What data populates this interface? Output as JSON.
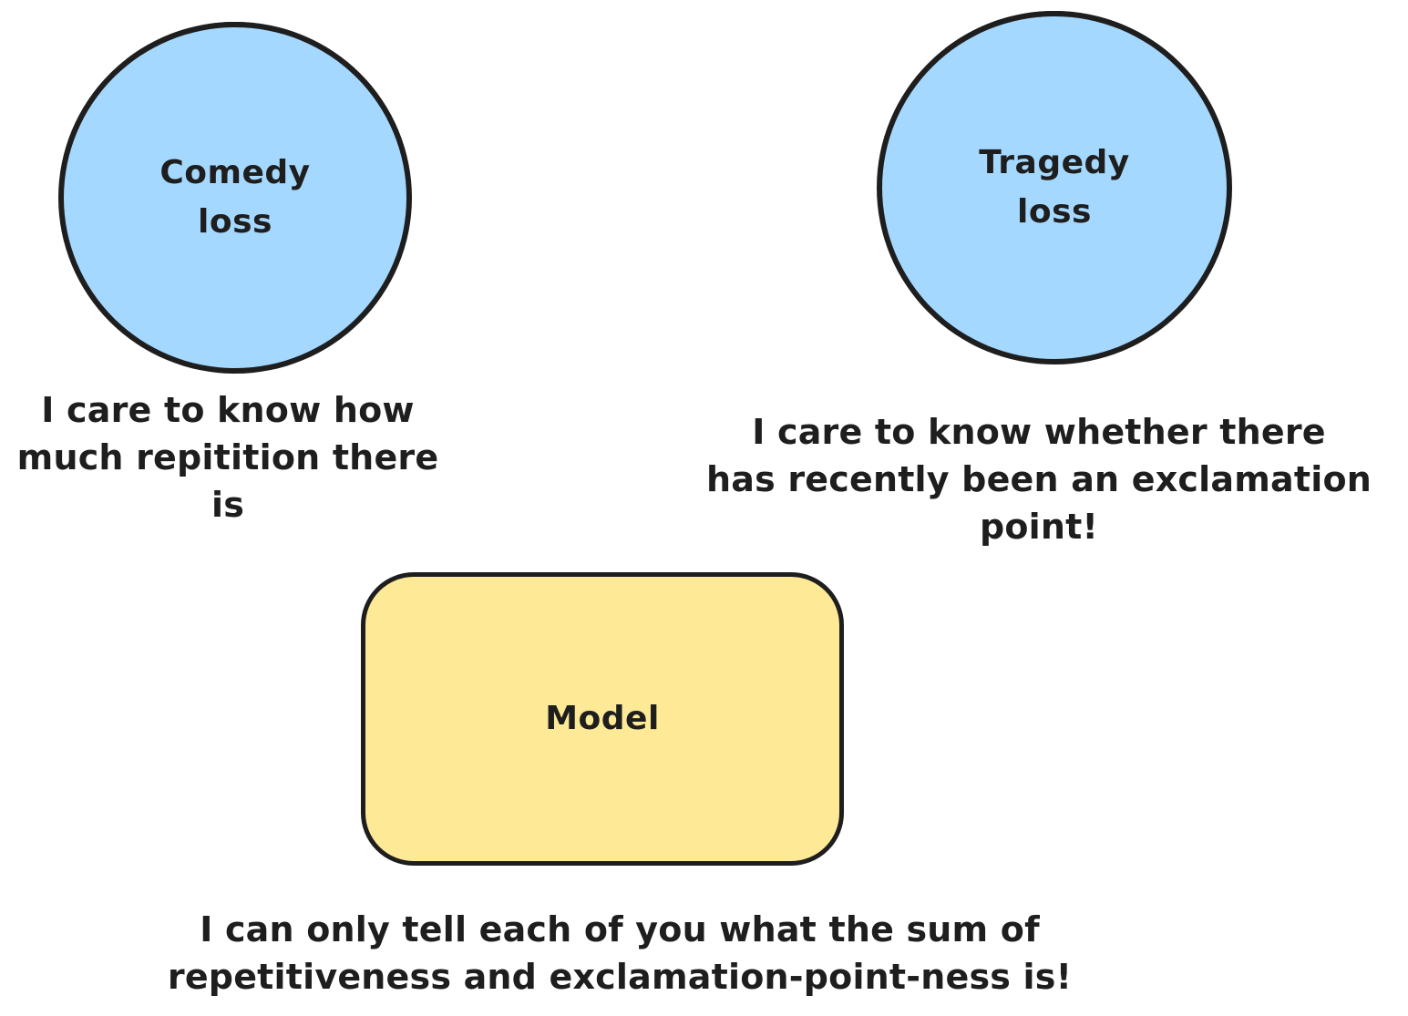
{
  "diagram": {
    "comedy": {
      "label_line1": "Comedy",
      "label_line2": "loss",
      "caption_line1": "I care to know how",
      "caption_line2": "much repitition there is"
    },
    "tragedy": {
      "label_line1": "Tragedy",
      "label_line2": "loss",
      "caption_line1": "I care to know whether there",
      "caption_line2": "has recently been an exclamation point!"
    },
    "model": {
      "label": "Model",
      "caption_line1": "I can only tell each of you what the sum of",
      "caption_line2": "repetitiveness and exclamation-point-ness is!"
    },
    "colors": {
      "circle_fill": "#a5d8ff",
      "box_fill": "#fde996",
      "stroke": "#1e1e1e",
      "text": "#1e1e1e",
      "background": "#ffffff"
    }
  }
}
